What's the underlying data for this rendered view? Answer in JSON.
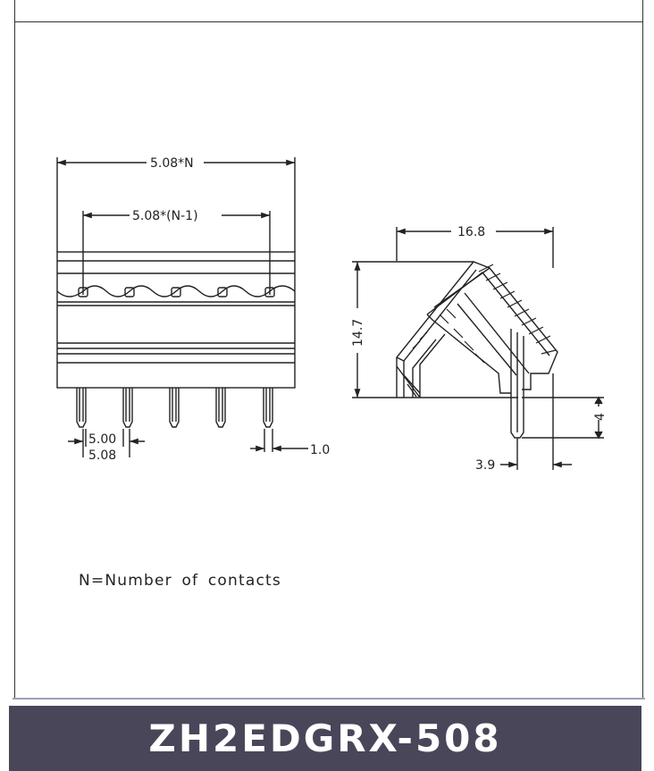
{
  "front_view": {
    "dim_total": "5.08*N",
    "dim_pitch_span": "5.08*(N-1)",
    "dim_pin_gap": "5.00",
    "dim_pitch": "5.08",
    "dim_pin_width": "1.0"
  },
  "side_view": {
    "dim_width": "16.8",
    "dim_height": "14.7",
    "dim_pin_length": "4",
    "dim_pin_offset": "3.9"
  },
  "note": "N=Number of contacts",
  "model": "ZH2EDGRX-508"
}
